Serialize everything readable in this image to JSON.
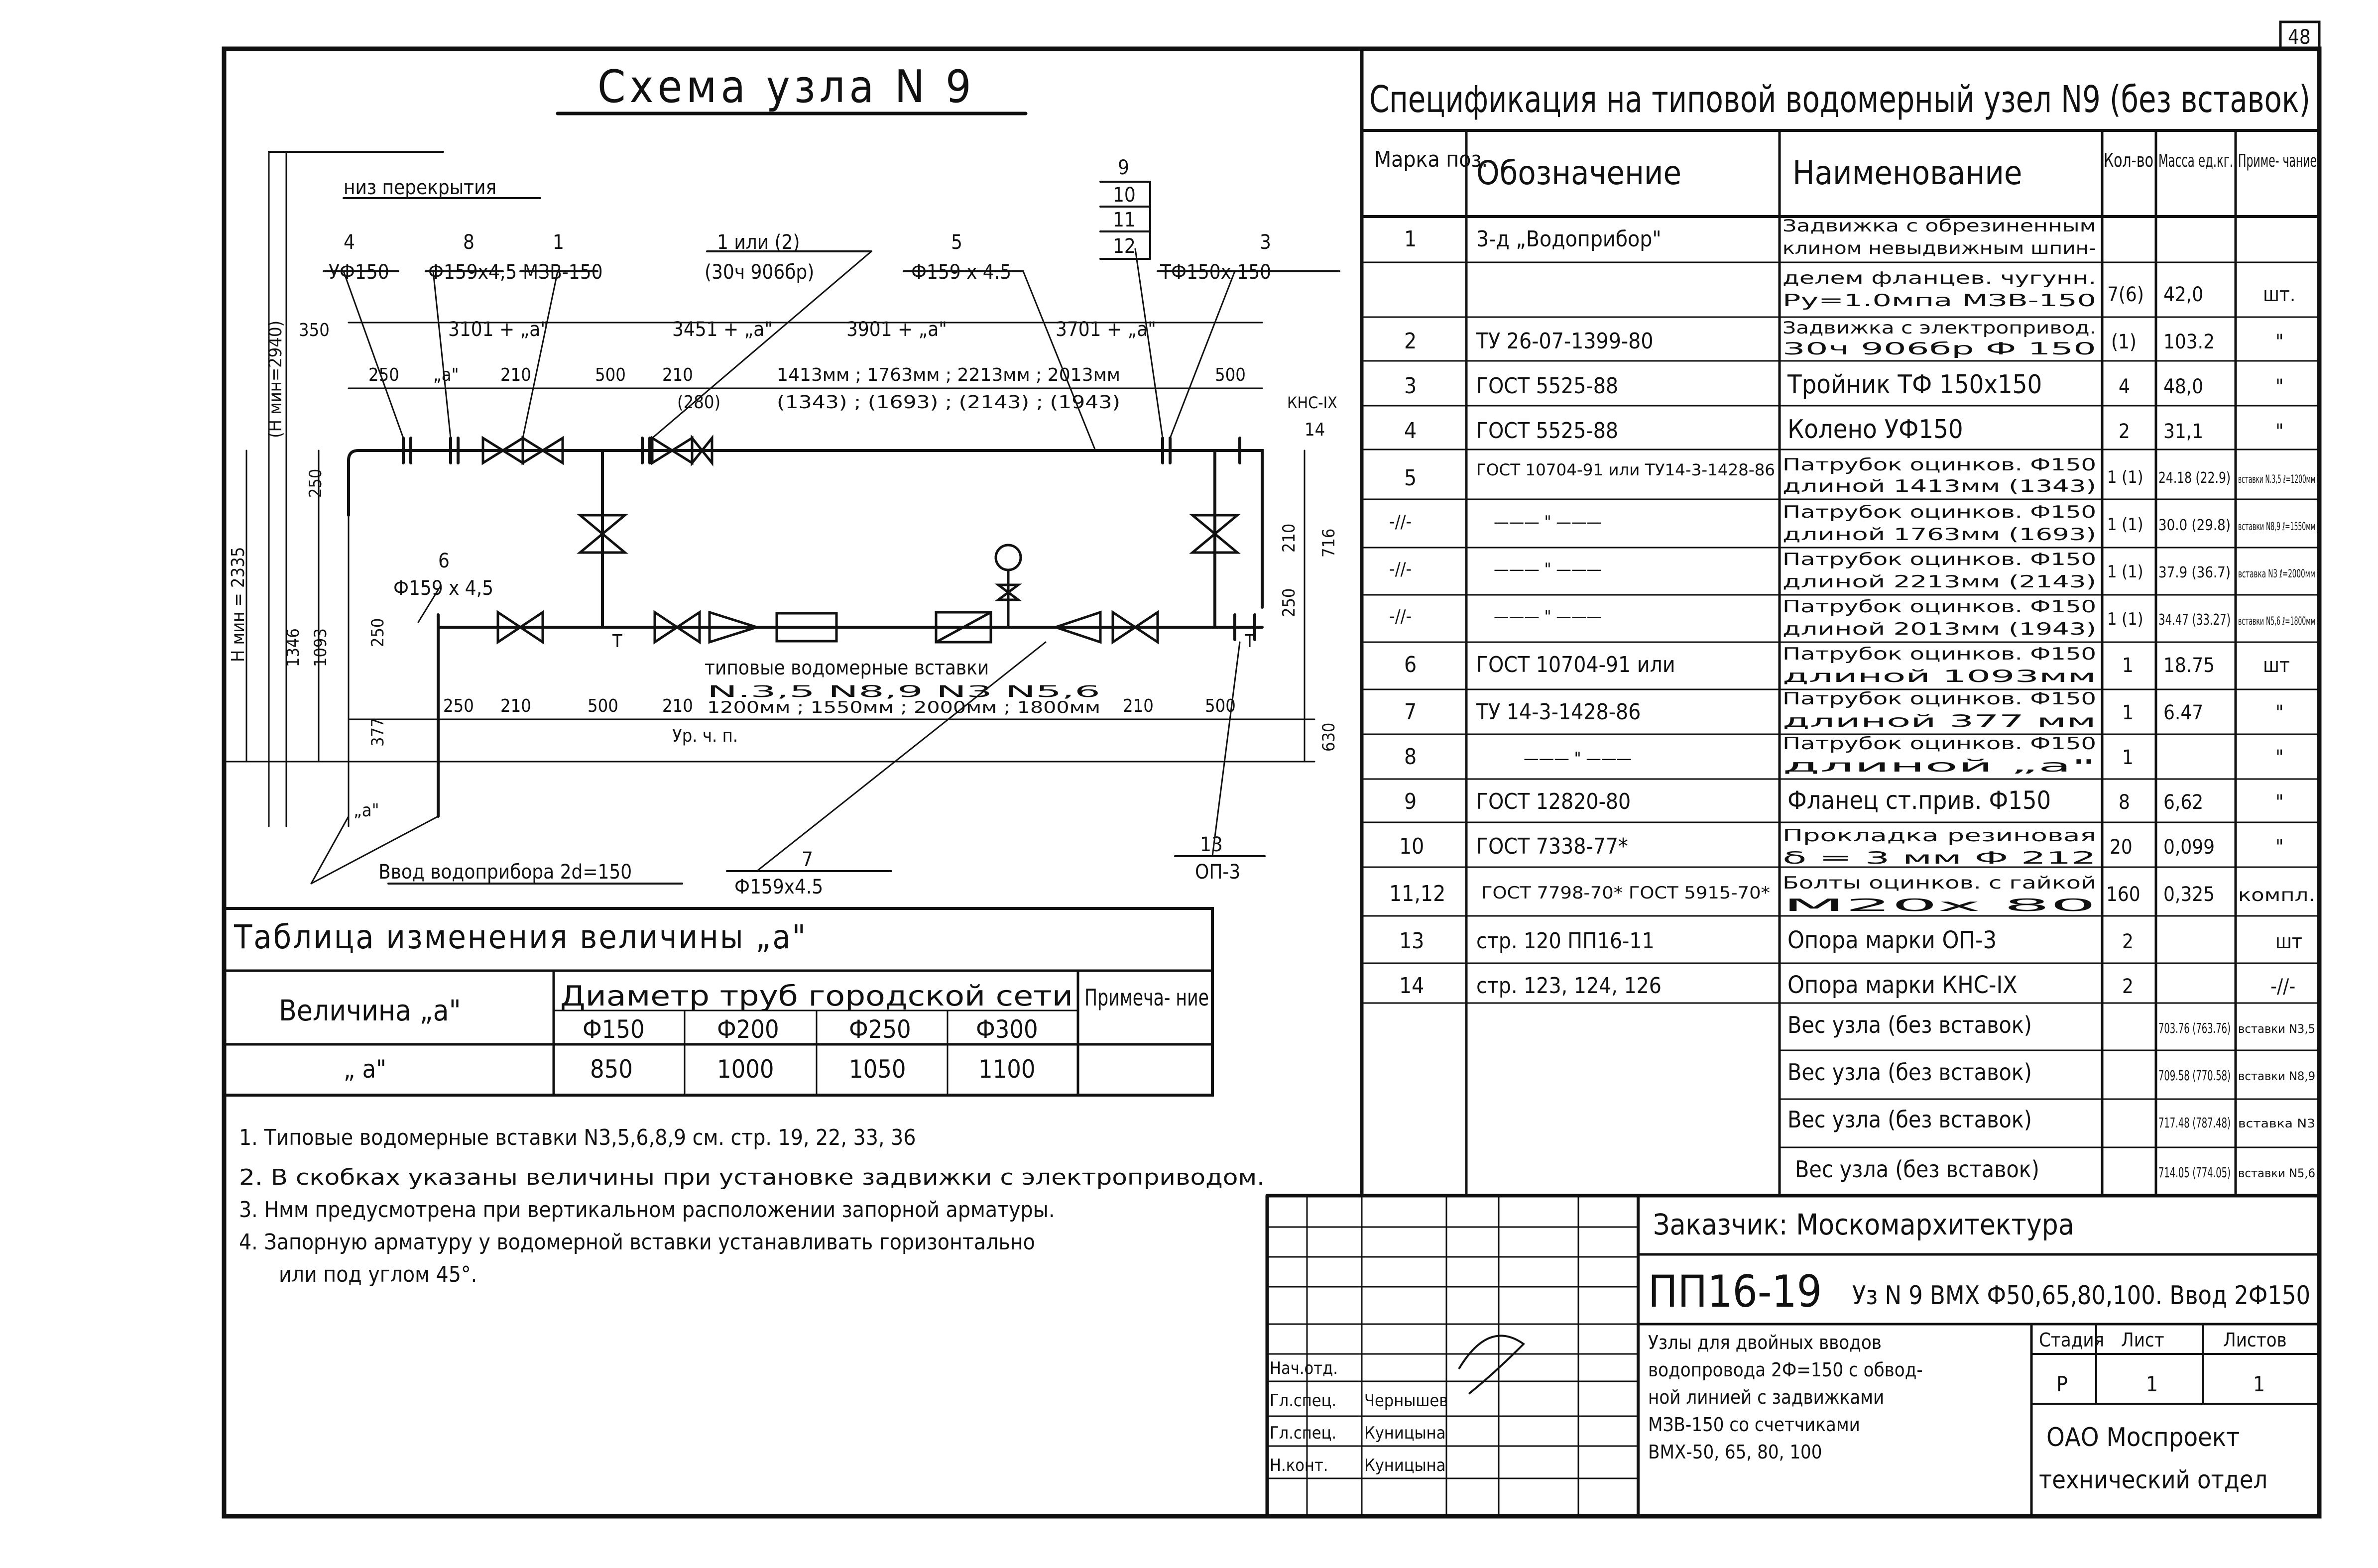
{
  "sheet_number": "48",
  "scheme_title": "Схема узла N 9",
  "spec_title": "Спецификация на типовой водомерный узел N9 (без вставок)",
  "scheme": {
    "floor_label": "низ перекрытия",
    "h_min_upper": "(Н мин=2940)",
    "h_min_lower": "Н мин = 2335",
    "callouts": [
      {
        "num": "4",
        "text": "УФ150"
      },
      {
        "num": "8",
        "text": "Ф159х4,5"
      },
      {
        "num": "1",
        "text": "МЗВ-150"
      },
      {
        "num": "1 или (2)",
        "text": "(30ч 906бр)"
      },
      {
        "num": "5",
        "text": "Ф159 х 4.5"
      },
      {
        "num": "3",
        "text": "ТФ150х 150"
      },
      {
        "num": "6",
        "text": "Ф159 х 4,5"
      },
      {
        "num": "7",
        "text": "Ф159х4.5"
      },
      {
        "num": "13",
        "text": "ОП-3"
      },
      {
        "num": "14",
        "text": "КНС-IX"
      }
    ],
    "stack_nums": [
      "9",
      "10",
      "11",
      "12"
    ],
    "dims_top": [
      "3101 + „a\"",
      "3451 + „a\"",
      "3901 + „a\"",
      "3701 + „a\""
    ],
    "dims_row1": [
      "250",
      "„a\"",
      "210",
      "500",
      "210",
      "(280)",
      "500"
    ],
    "lengths_top": "1413мм ; 1763мм ; 2213мм ; 2013мм",
    "lengths_top_alt": "(1343) ; (1693) ; (2143) ; (1943)",
    "dim_350": "350",
    "vert_dims": [
      "250",
      "1346",
      "1093",
      "250",
      "377",
      "716",
      "210",
      "250",
      "630"
    ],
    "insert_label": "типовые водомерные вставки",
    "insert_nums": "N.3,5  N8,9   N3    N5,6",
    "insert_lengths": "1200мм ; 1550мм ; 2000мм ; 1800мм",
    "dims_row2": [
      "250",
      "210",
      "500",
      "210",
      "210",
      "500"
    ],
    "floor_level": "Ур. ч. п.",
    "a_label": "„a\"",
    "input_label": "Ввод водоприбора 2d=150",
    "t_mark": "Т"
  },
  "change_table": {
    "title": "Таблица изменения величины „a\"",
    "col_value": "Величина „a\"",
    "col_diam": "Диаметр труб городской сети",
    "col_note": "Примеча- ние",
    "diams": [
      "Ф150",
      "Ф200",
      "Ф250",
      "Ф300"
    ],
    "row_label": "„ a\"",
    "values": [
      "850",
      "1000",
      "1050",
      "1100"
    ]
  },
  "notes": [
    "1. Типовые водомерные вставки N3,5,6,8,9 см. стр. 19, 22, 33, 36",
    "2. В скобках указаны величины при установке задвижки с электроприводом.",
    "3. Нмм предусмотрена при вертикальном расположении запорной арматуры.",
    "4. Запорную арматуру у водомерной вставки устанавливать горизонтально",
    "или под углом 45°."
  ],
  "spec_headers": {
    "mark": "Марка поз.",
    "designation": "Обозначение",
    "name": "Наименование",
    "qty": "Кол-во",
    "mass": "Масса ед.кг.",
    "note": "Приме- чание"
  },
  "spec_rows": [
    {
      "mark": "1",
      "des": "3-д „Водоприбор\"",
      "name": [
        "Задвижка с обрезиненным",
        "клином невыдвижным шпин-",
        "делем фланцев. чугунн.",
        "Ру=1.0мпа  МЗВ-150"
      ],
      "qty": "7(6)",
      "mass": "42,0",
      "note": "шт."
    },
    {
      "mark": "2",
      "des": "ТУ 26-07-1399-80",
      "name": [
        "Задвижка с электропривод.",
        "30ч 906бр   Ф 150"
      ],
      "qty": "(1)",
      "mass": "103.2",
      "note": "\""
    },
    {
      "mark": "3",
      "des": "ГОСТ 5525-88",
      "name": [
        "Тройник ТФ 150х150"
      ],
      "qty": "4",
      "mass": "48,0",
      "note": "\""
    },
    {
      "mark": "4",
      "des": "ГОСТ 5525-88",
      "name": [
        "Колено УФ150"
      ],
      "qty": "2",
      "mass": "31,1",
      "note": "\""
    },
    {
      "mark": "5",
      "des": "ГОСТ 10704-91 или ТУ14-3-1428-86",
      "name": [
        "Патрубок оцинков. Ф150",
        "длиной 1413мм (1343)"
      ],
      "qty": "1 (1)",
      "mass": "24.18 (22.9)",
      "note": "вставки N.3,5 ℓ=1200мм"
    },
    {
      "mark": "-//-",
      "des": "——— \" ———",
      "name": [
        "Патрубок оцинков. Ф150",
        "длиной 1763мм (1693)"
      ],
      "qty": "1 (1)",
      "mass": "30.0 (29.8)",
      "note": "вставки N8,9 ℓ=1550мм"
    },
    {
      "mark": "-//-",
      "des": "——— \" ———",
      "name": [
        "Патрубок оцинков. Ф150",
        "длиной 2213мм (2143)"
      ],
      "qty": "1 (1)",
      "mass": "37.9 (36.7)",
      "note": "вставка N3 ℓ=2000мм"
    },
    {
      "mark": "-//-",
      "des": "——— \" ———",
      "name": [
        "Патрубок оцинков. Ф150",
        "длиной 2013мм (1943)"
      ],
      "qty": "1 (1)",
      "mass": "34.47 (33.27)",
      "note": "вставки N5,6 ℓ=1800мм"
    },
    {
      "mark": "6",
      "des": "ГОСТ 10704-91 или",
      "name": [
        "Патрубок оцинков. Ф150",
        "длиной 1093мм"
      ],
      "qty": "1",
      "mass": "18.75",
      "note": "шт"
    },
    {
      "mark": "7",
      "des": "ТУ 14-3-1428-86",
      "name": [
        "Патрубок оцинков. Ф150",
        "длиной 377 мм"
      ],
      "qty": "1",
      "mass": "6.47",
      "note": "\""
    },
    {
      "mark": "8",
      "des": "——— \" ———",
      "name": [
        "Патрубок оцинков. Ф150",
        "длиной „a\""
      ],
      "qty": "1",
      "mass": "",
      "note": "\""
    },
    {
      "mark": "9",
      "des": "ГОСТ 12820-80",
      "name": [
        "Фланец ст.прив. Ф150"
      ],
      "qty": "8",
      "mass": "6,62",
      "note": "\""
    },
    {
      "mark": "10",
      "des": "ГОСТ 7338-77*",
      "name": [
        "Прокладка резиновая",
        "δ = 3 мм    Ф 212"
      ],
      "qty": "20",
      "mass": "0,099",
      "note": "\""
    },
    {
      "mark": "11,12",
      "des": "ГОСТ 7798-70* ГОСТ 5915-70*",
      "name": [
        "Болты оцинков. с гайкой",
        "М20х 80"
      ],
      "qty": "160",
      "mass": "0,325",
      "note": "компл."
    },
    {
      "mark": "13",
      "des": "стр. 120  ПП16-11",
      "name": [
        "Опора марки  ОП-3"
      ],
      "qty": "2",
      "mass": "",
      "note": "шт"
    },
    {
      "mark": "14",
      "des": "стр. 123, 124, 126",
      "name": [
        "Опора марки КНС-IX"
      ],
      "qty": "2",
      "mass": "",
      "note": "-//-"
    }
  ],
  "weights": [
    {
      "name": "Вес узла (без вставок)",
      "mass": "703.76 (763.76)",
      "note": "вставки N3,5"
    },
    {
      "name": "Вес узла (без вставок)",
      "mass": "709.58 (770.58)",
      "note": "вставки N8,9"
    },
    {
      "name": "Вес узла (без вставок)",
      "mass": "717.48 (787.48)",
      "note": "вставка N3"
    },
    {
      "name": "Вес узла (без вставок)",
      "mass": "714.05 (774.05)",
      "note": "вставки N5,6"
    }
  ],
  "title_block": {
    "customer": "Заказчик: Москомархитектура",
    "code": "ПП16-19",
    "unit": "Уз N 9 ВМХ Ф50,65,80,100. Ввод 2Ф150",
    "desc": [
      "Узлы для двойных вводов",
      "водопровода 2Ф=150 с обвод-",
      "ной линией с задвижками",
      "МЗВ-150 со счетчиками",
      "ВМХ-50, 65, 80, 100"
    ],
    "stage_h": "Стадия",
    "sheet_h": "Лист",
    "sheets_h": "Листов",
    "stage": "Р",
    "sheet": "1",
    "sheets": "1",
    "org": [
      "ОАО Моспроект",
      "технический отдел"
    ],
    "roles": [
      {
        "role": "Нач.отд.",
        "name": ""
      },
      {
        "role": "Гл.спец.",
        "name": "Чернышев"
      },
      {
        "role": "Гл.спец.",
        "name": "Куницына"
      },
      {
        "role": "Н.конт.",
        "name": "Куницына"
      }
    ]
  }
}
